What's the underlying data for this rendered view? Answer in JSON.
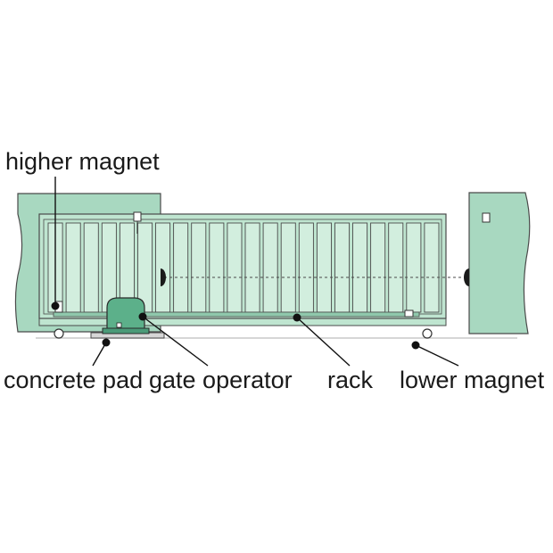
{
  "labels": {
    "higher_magnet": "higher magnet",
    "concrete_pad": "concrete pad",
    "gate_operator": "gate operator",
    "rack": "rack",
    "lower_magnet": "lower magnet"
  },
  "colors": {
    "post_fill": "#a8d8c0",
    "gate_fill": "#bfe5d0",
    "outline": "#4a4a4a",
    "operator_fill": "#5cb08a",
    "leader": "#111111"
  }
}
